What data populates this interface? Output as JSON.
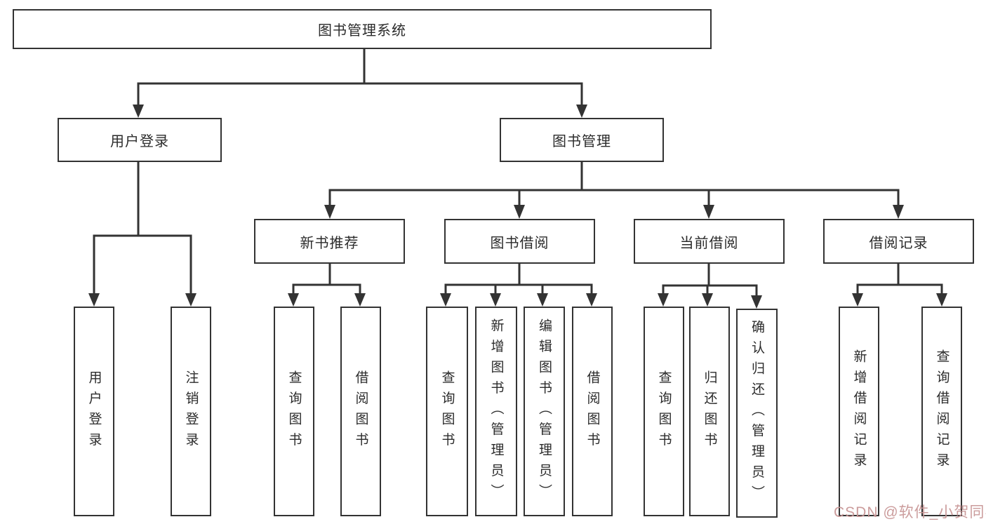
{
  "root": {
    "label": "图书管理系统"
  },
  "level2": [
    {
      "label": "用户登录"
    },
    {
      "label": "图书管理"
    }
  ],
  "level3": [
    {
      "label": "新书推荐"
    },
    {
      "label": "图书借阅"
    },
    {
      "label": "当前借阅"
    },
    {
      "label": "借阅记录"
    }
  ],
  "leaves": {
    "user_login": [
      "用户登录",
      "注销登录"
    ],
    "new_book": [
      "查询图书",
      "借阅图书"
    ],
    "book_borrow": [
      "查询图书",
      "新增图书（管理员）",
      "编辑图书（管理员）",
      "借阅图书"
    ],
    "current_borrow": [
      "查询图书",
      "归还图书",
      "确认归还（管理员）"
    ],
    "borrow_record": [
      "新增借阅记录",
      "查询借阅记录"
    ]
  },
  "watermark": {
    "text": "CSDN @软件_小贺同学",
    "color": "#c99797"
  },
  "colors": {
    "line": "#333333",
    "text": "#2b2b2b",
    "background": "#ffffff"
  }
}
